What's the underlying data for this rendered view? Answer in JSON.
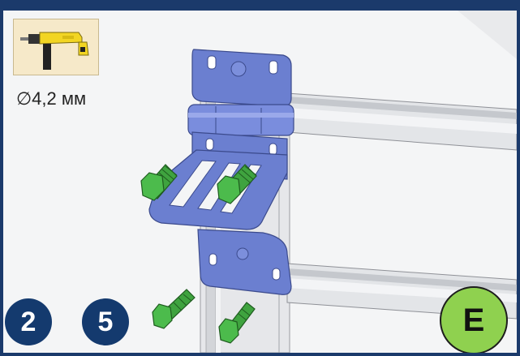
{
  "tool": {
    "icon": "drill-icon",
    "drill_diameter": "∅4,2 мм"
  },
  "steps": {
    "first": "2",
    "second": "5"
  },
  "part_label": "E",
  "colors": {
    "frame": "#1b3a6b",
    "bracket": "#6b7fd0",
    "screw": "#3fa33f",
    "step_circle": "#143a6e",
    "part_circle": "#8fd14f"
  }
}
